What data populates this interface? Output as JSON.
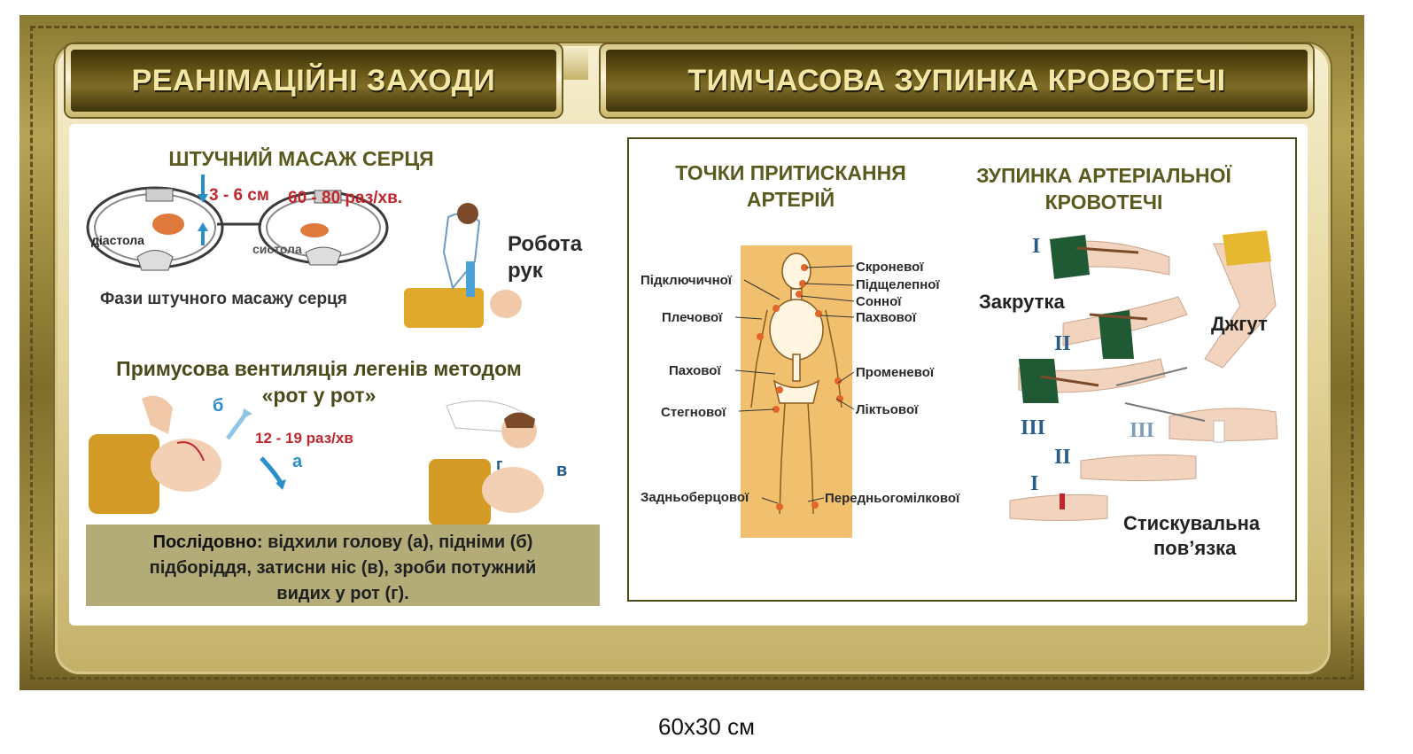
{
  "banners": {
    "left": "РЕАНІМАЦІЙНІ ЗАХОДИ",
    "right": "ТИМЧАСОВА ЗУПИНКА КРОВОТЕЧІ"
  },
  "cpr": {
    "heading": "ШТУЧНИЙ МАСАЖ СЕРЦЯ",
    "depth": "3 - 6 см",
    "rate": "60 - 80 раз/хв.",
    "diastole": "діастола",
    "systole": "систола",
    "phases_caption": "Фази штучного масажу серця",
    "hands_caption_line1": "Робота",
    "hands_caption_line2": "рук"
  },
  "ventilation": {
    "heading_line1": "Примусова вентиляція легенів методом",
    "heading_line2": "«рот у рот»",
    "rate": "12 - 19 раз/хв",
    "label_a": "а",
    "label_b": "б",
    "label_v": "в",
    "label_g": "г"
  },
  "sequence": {
    "bold": "Послідовно:",
    "text_line1": "відхили голову (а), підніми (б)",
    "text_line2": "підборіддя, затисни ніс (в), зроби потужний",
    "text_line3": "видих у рот (г)."
  },
  "arteries": {
    "heading_line1": "ТОЧКИ ПРИТИСКАННЯ",
    "heading_line2": "АРТЕРІЙ",
    "left_labels": [
      "Підключичної",
      "Плечової",
      "Пахової",
      "Стегнової",
      "Задньоберцової"
    ],
    "right_labels": [
      "Скроневої",
      "Підщелепної",
      "Сонної",
      "Пахвової",
      "Променевої",
      "Ліктьової",
      "Передньогомілкової"
    ]
  },
  "bleeding": {
    "heading_line1": "ЗУПИНКА АРТЕРІАЛЬНОЇ",
    "heading_line2": "КРОВОТЕЧІ",
    "twist": "Закрутка",
    "tourniquet": "Джгут",
    "pressure_line1": "Стискувальна",
    "pressure_line2": "пов’язка",
    "roman_1": "I",
    "roman_2": "II",
    "roman_3": "III"
  },
  "size_caption": "60x30 см",
  "colors": {
    "gold_dark": "#6c5a1a",
    "banner_text": "#f3e7a6",
    "heading_olive": "#5a5a1e",
    "accent_red": "#c0272d",
    "skeleton_bg": "#f0c06e",
    "seq_bg": "#b3ac79",
    "bandage_green": "#1f5a34",
    "roman_blue": "#2b5d8a"
  }
}
